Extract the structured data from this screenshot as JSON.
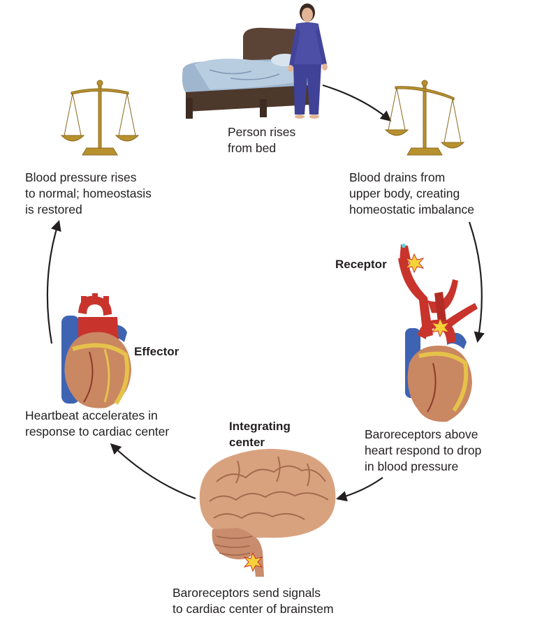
{
  "captions": {
    "person_rises": "Person rises\nfrom bed",
    "blood_drains": "Blood drains from\nupper body, creating\nhomeostatic imbalance",
    "baroreceptors_respond": "Baroreceptors above\nheart respond to drop\nin blood pressure",
    "signals_brainstem": "Baroreceptors send signals\nto cardiac center of brainstem",
    "heartbeat_accelerates": "Heartbeat accelerates in\nresponse to cardiac center",
    "pressure_restored": "Blood pressure rises\nto normal; homeostasis\nis restored"
  },
  "roles": {
    "receptor": "Receptor",
    "integrating_center": "Integrating\ncenter",
    "effector": "Effector"
  },
  "icons": {
    "person": "person-in-pajamas-icon",
    "bed": "bed-icon",
    "balanced_scale": "balanced-scale-icon",
    "tipped_scale": "tipped-scale-icon",
    "heart_receptor": "heart-with-baroreceptors-icon",
    "heart_effector": "heart-icon",
    "brain": "brain-icon"
  },
  "colors": {
    "arrow": "#231f20",
    "scale_gold": "#b8912f",
    "artery_red": "#c8342c",
    "vein_blue": "#3e63b3",
    "heart_muscle": "#c98762",
    "brain": "#d9a27f",
    "pajamas": "#4c4fa5",
    "signal_star": "#f6d23a"
  }
}
